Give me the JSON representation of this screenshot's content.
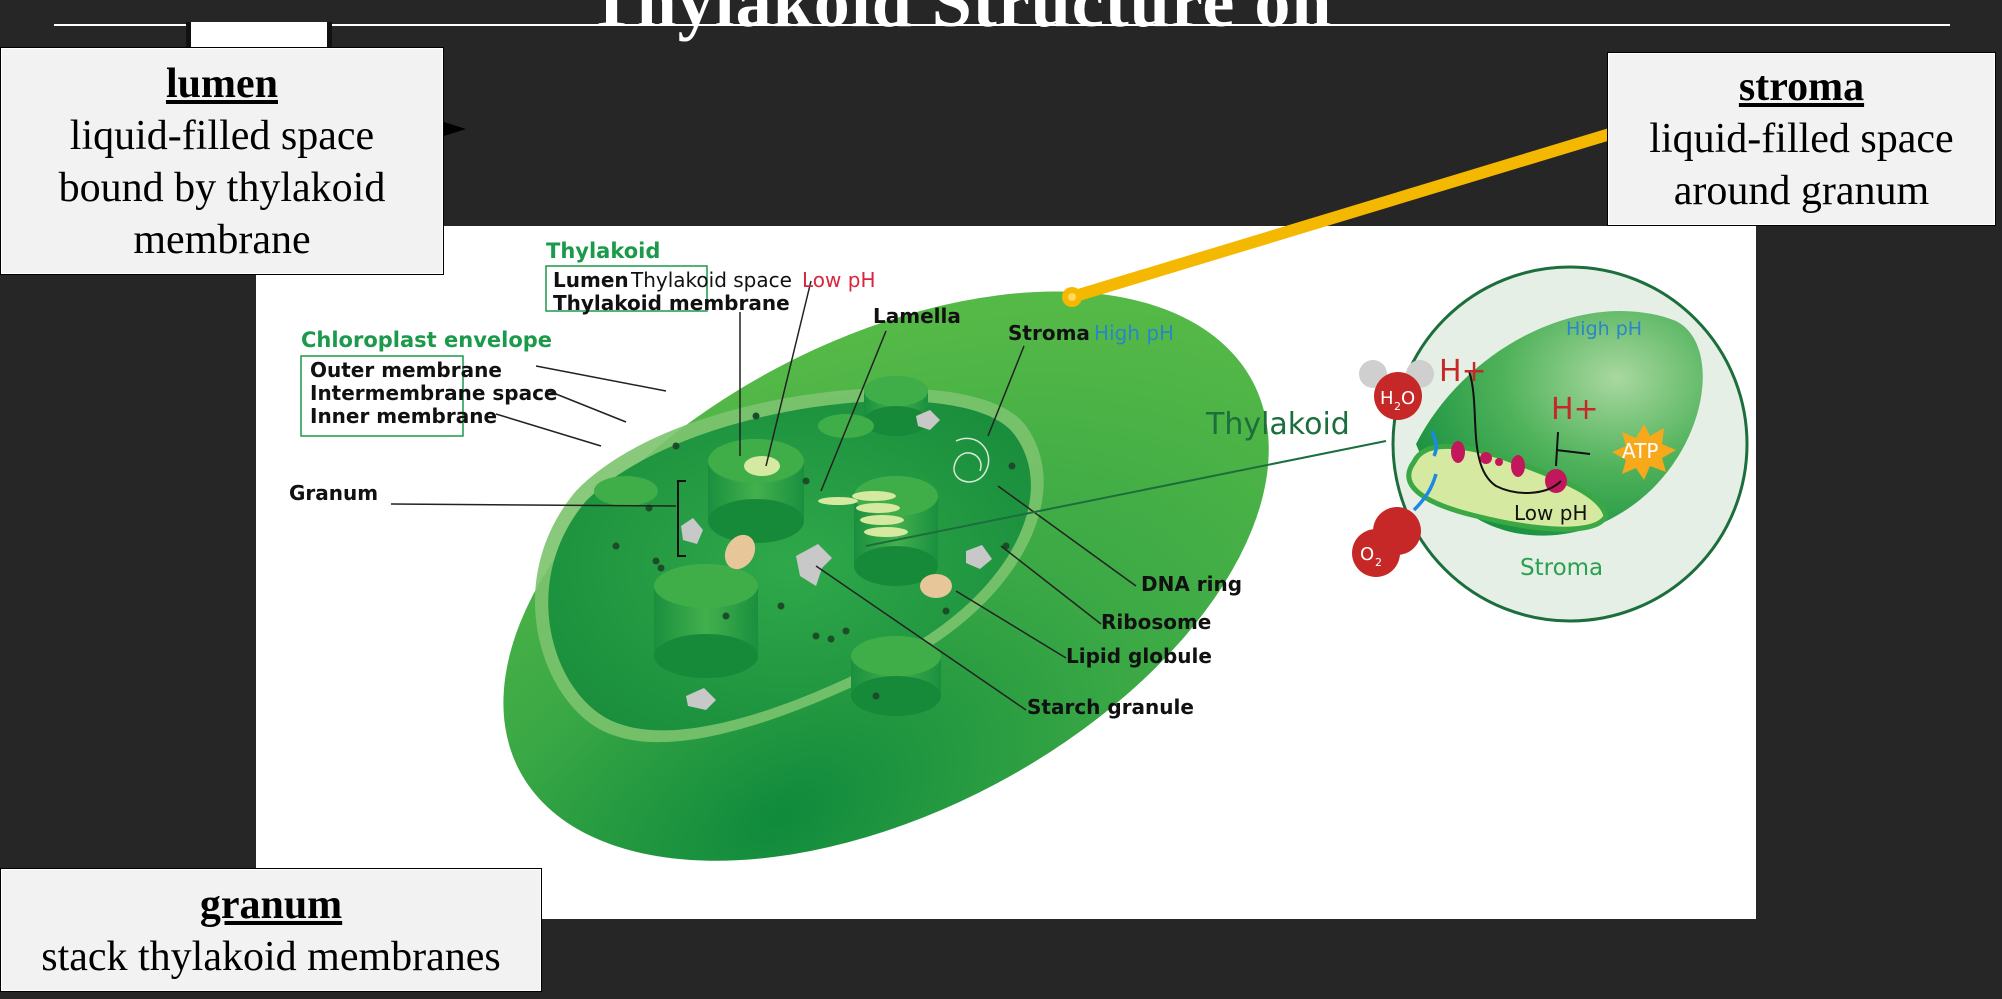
{
  "slide": {
    "title": "Thylakoid Structure on"
  },
  "callouts": {
    "lumen": {
      "term": "lumen",
      "definition_lines": [
        "liquid-filled space",
        "bound by thylakoid",
        "membrane"
      ]
    },
    "stroma": {
      "term": "stroma",
      "definition_lines": [
        "liquid-filled space",
        "around granum"
      ]
    },
    "granum": {
      "term": "granum",
      "definition_lines": [
        "stack thylakoid membranes"
      ]
    }
  },
  "figure": {
    "thylakoid_heading": "Thylakoid",
    "lumen_label": "Lumen",
    "thylakoid_space": "Thylakoid space",
    "low_ph": "Low pH",
    "thylakoid_membrane": "Thylakoid membrane",
    "lamella": "Lamella",
    "stroma_label": "Stroma",
    "high_ph": "High pH",
    "chloroplast_envelope": "Chloroplast envelope",
    "outer_membrane": "Outer membrane",
    "intermembrane_space": "Intermembrane space",
    "inner_membrane": "Inner membrane",
    "granum": "Granum",
    "dna_ring": "DNA ring",
    "ribosome": "Ribosome",
    "lipid_globule": "Lipid globule",
    "starch_granule": "Starch granule",
    "inset_thylakoid": "Thylakoid",
    "inset_high_ph": "High pH",
    "inset_low_ph": "Low pH",
    "inset_stroma": "Stroma",
    "h_plus_1": "H+",
    "h_plus_2": "H+",
    "atp": "ATP",
    "h2o": "H",
    "h2o_sub": "2",
    "h2o_o": "O",
    "o2": "O",
    "o2_sub": "2"
  },
  "colors": {
    "background": "#262626",
    "chloroplast_green": "#3fae49",
    "dark_green": "#1a8a3a",
    "heading_green": "#1a9a4a",
    "low_ph_red": "#d7263d",
    "high_ph_blue": "#2a86c8",
    "pointer_yellow": "#f5b800",
    "atp_orange": "#f7a81b"
  }
}
